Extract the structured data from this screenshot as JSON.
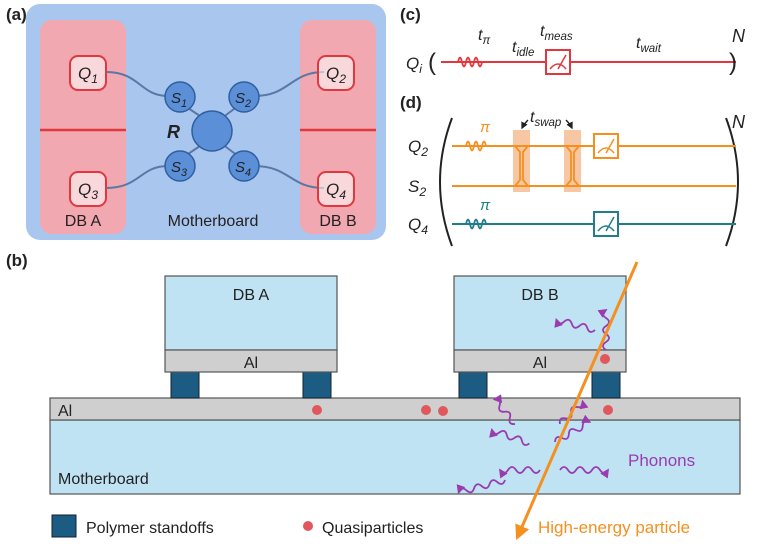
{
  "panels": {
    "a": "(a)",
    "b": "(b)",
    "c": "(c)",
    "d": "(d)"
  },
  "panel_a": {
    "qubits": [
      "Q1",
      "Q2",
      "Q3",
      "Q4"
    ],
    "sensors": [
      "S1",
      "S2",
      "S3",
      "S4"
    ],
    "resonator": "R",
    "db_a": "DB A",
    "db_b": "DB B",
    "motherboard": "Motherboard"
  },
  "panel_c": {
    "t_pi": "tπ",
    "t_idle": "tidle",
    "t_meas": "tmeas",
    "t_wait": "twait",
    "qubit": "Qi",
    "repeat": "N"
  },
  "panel_d": {
    "t_swap": "tswap",
    "pi_label": "π",
    "pi_label_2": "π",
    "lines": [
      "Q2",
      "S2",
      "Q4"
    ],
    "repeat": "N"
  },
  "panel_b": {
    "db_a": "DB A",
    "db_b": "DB B",
    "al_a": "Al",
    "al_b": "Al",
    "al_mb": "Al",
    "motherboard": "Motherboard",
    "phonons": "Phonons"
  },
  "legend": {
    "standoffs": "Polymer standoffs",
    "quasiparticles": "Quasiparticles",
    "particle": "High-energy particle"
  },
  "colors": {
    "red": "#e0383e",
    "orange": "#f5901f",
    "teal": "#1f7d8c",
    "blue_node": "#5b8fd8",
    "purple": "#9b3bb0",
    "board_blue": "#a9c6ef",
    "db_pink": "#f2a8b0",
    "chip_blue": "#bfe3f3",
    "al_gray": "#cfcfcf",
    "standoff": "#1d5c82"
  }
}
